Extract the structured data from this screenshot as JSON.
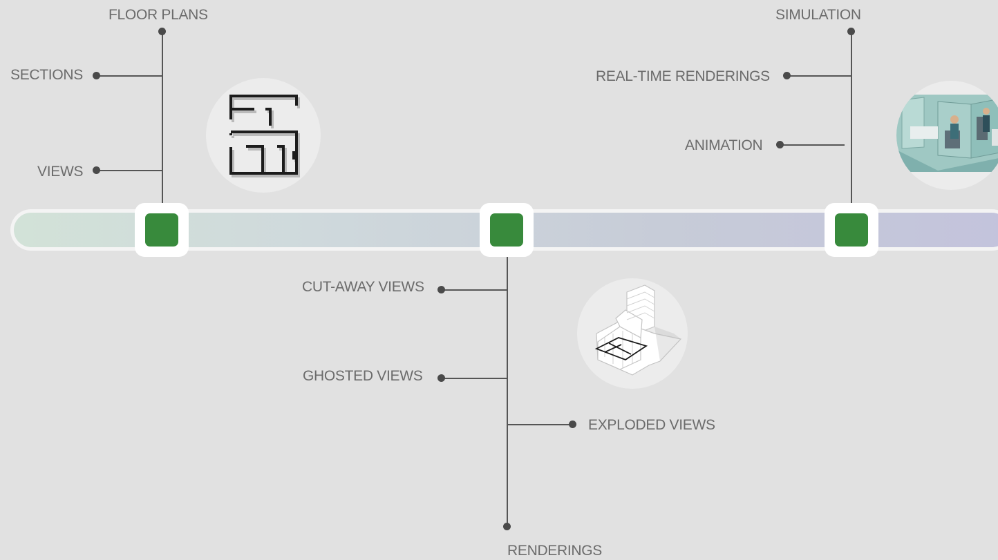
{
  "timeline": {
    "nodes": [
      "floor-plans-node",
      "renderings-node",
      "simulation-node"
    ]
  },
  "group_floor_plans": {
    "title": "FLOOR PLANS",
    "items": [
      "SECTIONS",
      "VIEWS"
    ],
    "icon": "floor-plan-icon"
  },
  "group_renderings": {
    "title": "RENDERINGS",
    "items": [
      "CUT-AWAY VIEWS",
      "GHOSTED VIEWS",
      "EXPLODED VIEWS"
    ],
    "icon": "building-cutaway-icon"
  },
  "group_simulation": {
    "title": "SIMULATION",
    "items": [
      "REAL-TIME RENDERINGS",
      "ANIMATION"
    ],
    "icon": "hospital-room-simulation-image"
  },
  "colors": {
    "node_green": "#388a3c",
    "label_gray": "#6b6b6b",
    "background": "#e1e1e1"
  }
}
